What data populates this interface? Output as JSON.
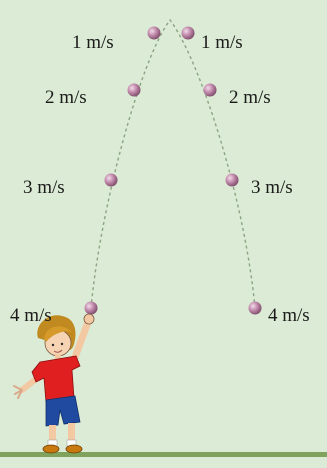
{
  "diagram": {
    "ascent_labels": [
      "1 m/s",
      "2 m/s",
      "3 m/s",
      "4 m/s"
    ],
    "descent_labels": [
      "1 m/s",
      "2 m/s",
      "3 m/s",
      "4 m/s"
    ],
    "colors": {
      "background": "#dcebd5",
      "ball": "#b07a9a",
      "path": "#8aa582",
      "ground": "#7a9a5a",
      "shirt": "#e02020",
      "shorts": "#1f4aa0",
      "hair": "#c08a20"
    }
  }
}
